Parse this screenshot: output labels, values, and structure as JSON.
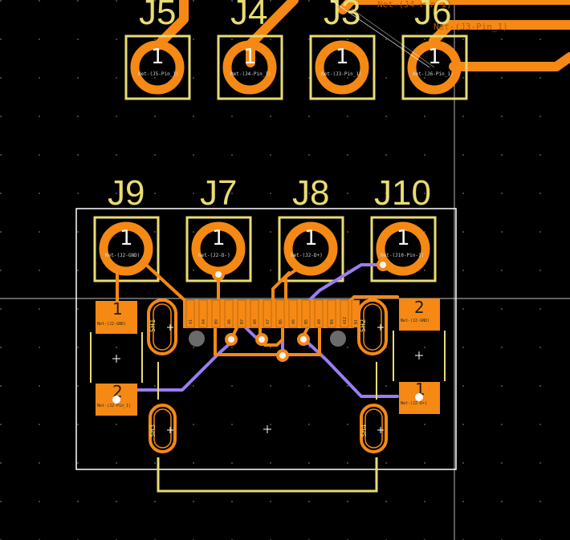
{
  "top_connectors": [
    {
      "ref": "J5",
      "pin": "1",
      "net": "Net-(J5-Pin_1)"
    },
    {
      "ref": "J4",
      "pin": "1",
      "net": "Net-(J4-Pin_1)"
    },
    {
      "ref": "J3",
      "pin": "1",
      "net": "Net-(J3-Pin_1)"
    },
    {
      "ref": "J6",
      "pin": "1",
      "net": "Net-(J6-Pin_1)"
    }
  ],
  "net_labels": [
    {
      "text": "Net-(J4-Pin_1)"
    },
    {
      "text": "Net-(J3-Pin_1)"
    }
  ],
  "mid_connectors": [
    {
      "ref": "J9",
      "pin": "1",
      "net": "Net-(J2-GND)"
    },
    {
      "ref": "J7",
      "pin": "1",
      "net": "Net-(J2-D-)"
    },
    {
      "ref": "J8",
      "pin": "1",
      "net": "Net-(J2-D+)"
    },
    {
      "ref": "J10",
      "pin": "1",
      "net": "Net-(J10-Pin-1)"
    }
  ],
  "side_pads": {
    "left_top": {
      "num": "1",
      "net": "Net-(J2-GND)"
    },
    "left_bottom": {
      "num": "2",
      "net": "Net-(J2-Pin_1)"
    },
    "right_top": {
      "num": "2",
      "net": "Net-(J2-GND)"
    },
    "right_bottom": {
      "num": "1",
      "net": "Net-(J2-D+)"
    }
  },
  "shield_slots": [
    "SH1",
    "SH2",
    "SH3",
    "SH4"
  ],
  "connector_pins": [
    "A1",
    "A4",
    "B9",
    "A6",
    "B7",
    "A8",
    "A7",
    "B6",
    "A6",
    "B5",
    "A9",
    "B4",
    "A12",
    "B1"
  ],
  "colors": {
    "background": "#000000",
    "copper": "#f58914",
    "bottom_trace": "#9b7cf3",
    "silkscreen": "#e8dc73",
    "outline": "#ffffff"
  }
}
